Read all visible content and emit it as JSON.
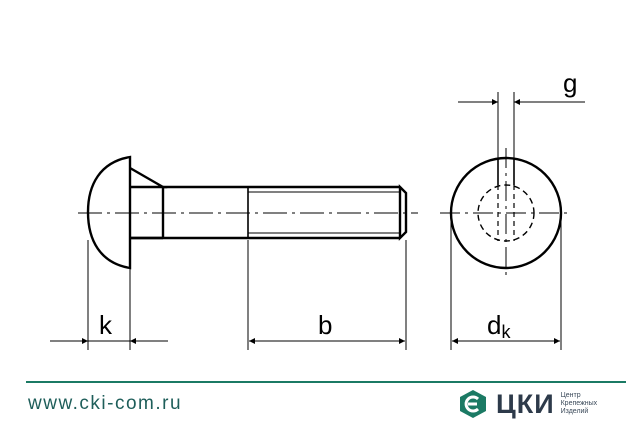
{
  "dimensions": {
    "k": "k",
    "b": "b",
    "g": "g",
    "dk_main": "d",
    "dk_sub": "k"
  },
  "footer": {
    "website": "www.cki-com.ru",
    "brand_name": "ЦКИ",
    "tagline": [
      "Центр",
      "Крепежных",
      "Изделий"
    ]
  },
  "colors": {
    "line": "#000000",
    "footer_rule": "#1b7a64",
    "website_text": "#1e5e5a",
    "brand_text": "#2d3a4a",
    "logo": "#1b7a64"
  }
}
